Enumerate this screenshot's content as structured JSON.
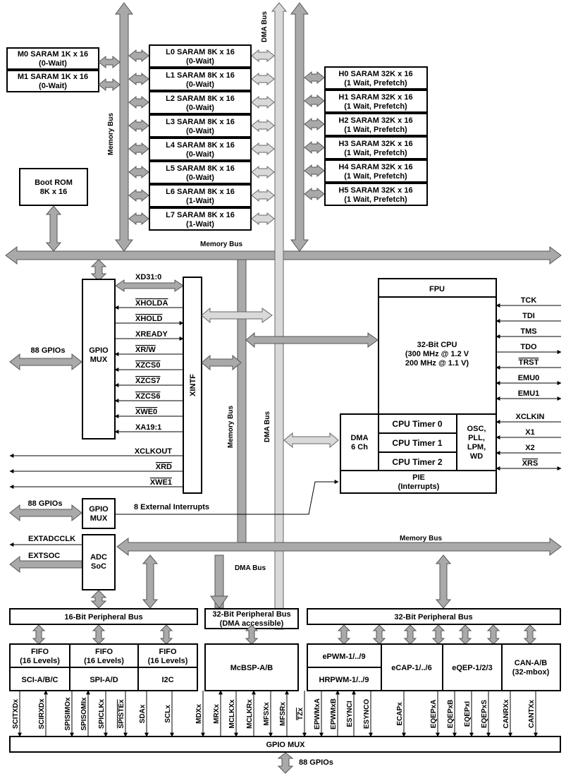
{
  "memory_left": {
    "m0": {
      "name": "M0 SARAM 1K x 16",
      "wait": "(0-Wait)"
    },
    "m1": {
      "name": "M1 SARAM 1K x 16",
      "wait": "(0-Wait)"
    }
  },
  "l_blocks": [
    {
      "name": "L0 SARAM 8K x 16",
      "wait": "(0-Wait)"
    },
    {
      "name": "L1 SARAM 8K x 16",
      "wait": "(0-Wait)"
    },
    {
      "name": "L2 SARAM 8K x 16",
      "wait": "(0-Wait)"
    },
    {
      "name": "L3 SARAM 8K x 16",
      "wait": "(0-Wait)"
    },
    {
      "name": "L4 SARAM 8K x 16",
      "wait": "(0-Wait)"
    },
    {
      "name": "L5 SARAM 8K x 16",
      "wait": "(0-Wait)"
    },
    {
      "name": "L6 SARAM 8K x 16",
      "wait": "(1-Wait)"
    },
    {
      "name": "L7 SARAM 8K x 16",
      "wait": "(1-Wait)"
    }
  ],
  "h_blocks": [
    {
      "name": "H0 SARAM 32K x 16",
      "wait": "(1 Wait, Prefetch)"
    },
    {
      "name": "H1 SARAM 32K x 16",
      "wait": "(1 Wait, Prefetch)"
    },
    {
      "name": "H2 SARAM 32K x 16",
      "wait": "(1  Wait, Prefetch)"
    },
    {
      "name": "H3 SARAM 32K x 16",
      "wait": "(1 Wait, Prefetch)"
    },
    {
      "name": "H4 SARAM 32K x 16",
      "wait": "(1 Wait, Prefetch)"
    },
    {
      "name": "H5 SARAM 32K x 16",
      "wait": "(1 Wait, Prefetch)"
    }
  ],
  "boot_rom": {
    "name": "Boot ROM",
    "size": "8K x 16"
  },
  "buses": {
    "memory_bus": "Memory Bus",
    "dma_bus": "DMA Bus",
    "bit16": "16-Bit Peripheral Bus",
    "bit32_dma": "32-Bit Peripheral Bus",
    "bit32_dma_sub": "(DMA accessible)",
    "bit32": "32-Bit Peripheral Bus"
  },
  "gpio_mux": {
    "line1": "GPIO",
    "line2": "MUX",
    "gpios": "88 GPIOs"
  },
  "xintf": {
    "name": "XINTF",
    "signals": [
      "XD31:0",
      "XHOLDA",
      "XHOLD",
      "XREADY",
      "XR/W",
      "XZCS0",
      "XZCS7",
      "XZCS6",
      "XWE0",
      "XA19:1"
    ],
    "outputs": [
      "XCLKOUT",
      "XRD",
      "XWE1"
    ]
  },
  "cpu": {
    "fpu": "FPU",
    "title": "32-Bit CPU",
    "line1": "(300 MHz @ 1.2 V",
    "line2": "200 MHz @ 1.1 V)",
    "jtag": [
      "TCK",
      "TDI",
      "TMS",
      "TDO",
      "TRST",
      "EMU0",
      "EMU1"
    ]
  },
  "dma": {
    "line1": "DMA",
    "line2": "6 Ch"
  },
  "timers": [
    "CPU Timer 0",
    "CPU Timer 1",
    "CPU Timer 2"
  ],
  "osc": {
    "lines": [
      "OSC,",
      "PLL,",
      "LPM,",
      "WD"
    ],
    "pins": [
      "XCLKIN",
      "X1",
      "X2",
      "XRS"
    ]
  },
  "pie": {
    "line1": "PIE",
    "line2": "(Interrupts)"
  },
  "gpio_mux2": {
    "line1": "GPIO",
    "line2": "MUX",
    "gpios": "88 GPIOs",
    "ext_int": "8 External Interrupts"
  },
  "adc": {
    "line1": "ADC",
    "line2": "SoC",
    "extadcclk": "EXTADCCLK",
    "extsoc": "EXTSOC"
  },
  "peripherals16": [
    {
      "fifo": "FIFO",
      "levels": "(16 Levels)",
      "name": "SCI-A/B/C"
    },
    {
      "fifo": "FIFO",
      "levels": "(16 Levels)",
      "name": "SPI-A/D"
    },
    {
      "fifo": "FIFO",
      "levels": "(16 Levels)",
      "name": "I2C"
    }
  ],
  "mcbsp": "McBSP-A/B",
  "peripherals32": {
    "epwm": "ePWM-1/../9",
    "hrpwm": "HRPWM-1/../9",
    "ecap": "eCAP-1/../6",
    "eqep": "eQEP-1/2/3",
    "can1": "CAN-A/B",
    "can2": "(32-mbox)"
  },
  "pins": [
    "SCITXDx",
    "SCIRXDx",
    "SPISIMOx",
    "SPISOMIx",
    "SPICLKx",
    "SPISTEx",
    "SDAx",
    "SCLx",
    "MDXx",
    "MRXx",
    "MCLKXx",
    "MCLKRx",
    "MFSXx",
    "MFSRx",
    "TZx",
    "EPWMxA",
    "EPWMxB",
    "ESYNCI",
    "ESYNCO",
    "ECAPx",
    "EQEPxA",
    "EQEPxB",
    "EQEPxI",
    "EQEPxS",
    "CANRXx",
    "CANTXx"
  ],
  "gpio_bottom": {
    "label": "GPIO MUX",
    "gpios": "88 GPIOs"
  }
}
